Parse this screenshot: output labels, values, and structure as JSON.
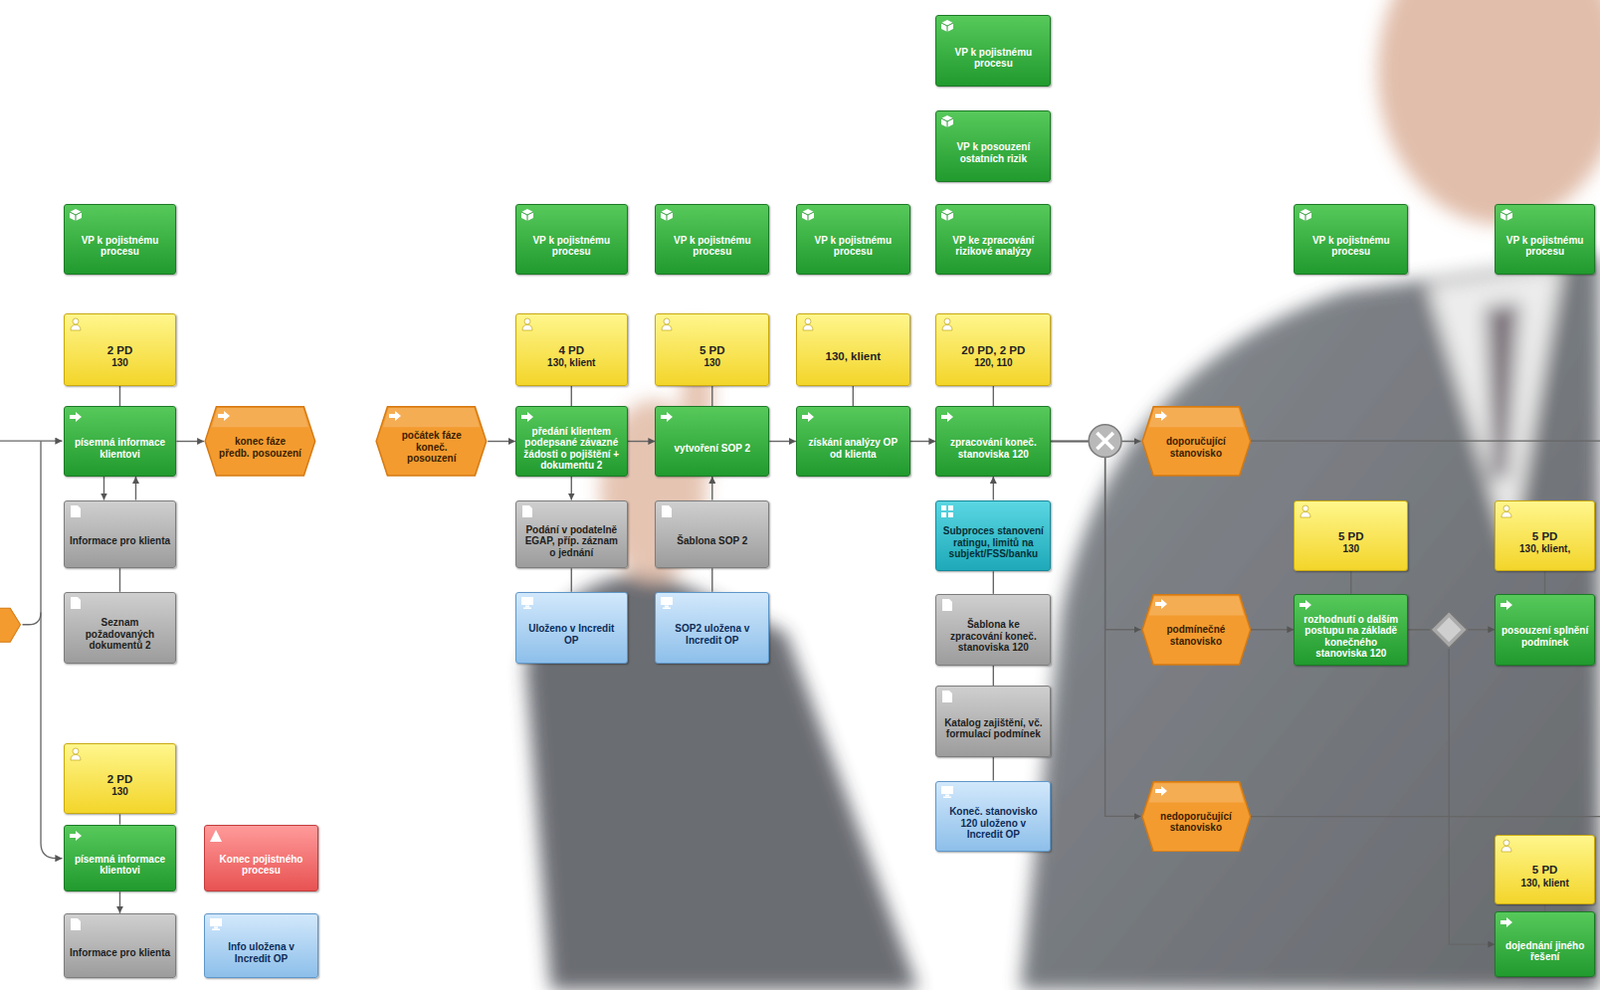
{
  "diagram": {
    "nodes": [
      {
        "text": [
          "VP k pojistnému procesu"
        ]
      },
      {
        "text": [
          "2 PD",
          "130"
        ]
      },
      {
        "text": [
          "písemná informace klientovi"
        ]
      },
      {
        "text": [
          "konec fáze předb. posouzení"
        ]
      },
      {
        "text": [
          "Informace pro klienta"
        ]
      },
      {
        "text": [
          "Seznam požadovaných dokumentů 2"
        ]
      },
      {
        "text": [
          "2 PD",
          "130"
        ]
      },
      {
        "text": [
          "písemná informace klientovi"
        ]
      },
      {
        "text": [
          "Konec pojistného procesu"
        ]
      },
      {
        "text": [
          "Informace pro klienta"
        ]
      },
      {
        "text": [
          "Info uložena v Incredit OP"
        ]
      },
      {
        "text": [
          "počátek fáze koneč. posouzení"
        ]
      },
      {
        "text": [
          "VP k pojistnému procesu"
        ]
      },
      {
        "text": [
          "4 PD",
          "130, klient"
        ]
      },
      {
        "text": [
          "předání klientem podepsané závazné žádosti o pojištění + dokumentu 2"
        ]
      },
      {
        "text": [
          "Podání v podatelně EGAP, příp. záznam o jednání"
        ]
      },
      {
        "text": [
          "Uloženo v Incredit OP"
        ]
      },
      {
        "text": [
          "VP k pojistnému procesu"
        ]
      },
      {
        "text": [
          "5 PD",
          "130"
        ]
      },
      {
        "text": [
          "vytvoření SOP 2"
        ]
      },
      {
        "text": [
          "Šablona SOP 2"
        ]
      },
      {
        "text": [
          "SOP2 uložena v Incredit OP"
        ]
      },
      {
        "text": [
          "VP k pojistnému procesu"
        ]
      },
      {
        "text": [
          "130, klient"
        ]
      },
      {
        "text": [
          "získání analýzy OP od klienta"
        ]
      },
      {
        "text": [
          "VP k pojistnému procesu"
        ]
      },
      {
        "text": [
          "VP k posouzení ostatních rizik"
        ]
      },
      {
        "text": [
          "VP ke zpracování rizikové analýzy"
        ]
      },
      {
        "text": [
          "20 PD, 2 PD",
          "120, 110"
        ]
      },
      {
        "text": [
          "zpracování koneč. stanoviska 120"
        ]
      },
      {
        "text": [
          "Subproces stanovení ratingu, limitů na subjekt/FSS/banku"
        ]
      },
      {
        "text": [
          "Šablona ke zpracování koneč. stanoviska 120"
        ]
      },
      {
        "text": [
          "Katalog zajištění, vč. formulací podmínek"
        ]
      },
      {
        "text": [
          "Koneč. stanovisko 120 uloženo v Incredit OP"
        ]
      },
      {
        "text": [
          "doporučující stanovisko"
        ]
      },
      {
        "text": [
          "podmínečné stanovisko"
        ]
      },
      {
        "text": [
          "nedoporučující stanovisko"
        ]
      },
      {
        "text": [
          "VP k pojistnému procesu"
        ]
      },
      {
        "text": [
          "5 PD",
          "130"
        ]
      },
      {
        "text": [
          "rozhodnutí o dalším postupu na základě konečného stanoviska 120"
        ]
      },
      {
        "text": [
          "VP k pojistnému procesu"
        ]
      },
      {
        "text": [
          "5 PD",
          "130, klient,"
        ]
      },
      {
        "text": [
          "posouzení splnění podmínek"
        ]
      },
      {
        "text": [
          "5 PD",
          "130, klient"
        ]
      },
      {
        "text": [
          "dojednání jiného řešení"
        ]
      }
    ],
    "edges": [
      {
        "from": 1,
        "to": 2,
        "arrow": "none"
      },
      {
        "from": 2,
        "to": 3,
        "arrow": "to"
      },
      {
        "from": 2,
        "to": 4,
        "arrow": "to"
      },
      {
        "from": 4,
        "to": 2,
        "arrow": "to"
      },
      {
        "from": 5,
        "to": 4,
        "arrow": "none"
      },
      {
        "from": 6,
        "to": 7,
        "arrow": "none"
      },
      {
        "from": 7,
        "to": 9,
        "arrow": "to"
      },
      {
        "from": 11,
        "to": 14,
        "arrow": "to"
      },
      {
        "from": 13,
        "to": 14,
        "arrow": "none"
      },
      {
        "from": 14,
        "to": 15,
        "arrow": "to"
      },
      {
        "from": 16,
        "to": 15,
        "arrow": "none"
      },
      {
        "from": 14,
        "to": 19,
        "arrow": "to"
      },
      {
        "from": 18,
        "to": 19,
        "arrow": "none"
      },
      {
        "from": 19,
        "to": 24,
        "arrow": "to"
      },
      {
        "from": 20,
        "to": 19,
        "arrow": "to"
      },
      {
        "from": 21,
        "to": 20,
        "arrow": "none"
      },
      {
        "from": 23,
        "to": 24,
        "arrow": "none"
      },
      {
        "from": 24,
        "to": 29,
        "arrow": "to"
      },
      {
        "from": 28,
        "to": 29,
        "arrow": "none"
      },
      {
        "from": 30,
        "to": 29,
        "arrow": "to"
      },
      {
        "from": 31,
        "to": 30,
        "arrow": "none"
      },
      {
        "from": 32,
        "to": 31,
        "arrow": "none"
      },
      {
        "from": 33,
        "to": 32,
        "arrow": "none"
      },
      {
        "from": 29,
        "to": 34,
        "arrow": "to"
      },
      {
        "from": 29,
        "to": 35,
        "arrow": "to"
      },
      {
        "from": 29,
        "to": 36,
        "arrow": "to"
      },
      {
        "from": 35,
        "to": 39,
        "arrow": "to"
      },
      {
        "from": 38,
        "to": 39,
        "arrow": "none"
      },
      {
        "from": 39,
        "to": 42,
        "arrow": "to"
      },
      {
        "from": 39,
        "to": 44,
        "arrow": "to"
      },
      {
        "from": 41,
        "to": 42,
        "arrow": "none"
      },
      {
        "from": 43,
        "to": 44,
        "arrow": "none"
      }
    ]
  }
}
